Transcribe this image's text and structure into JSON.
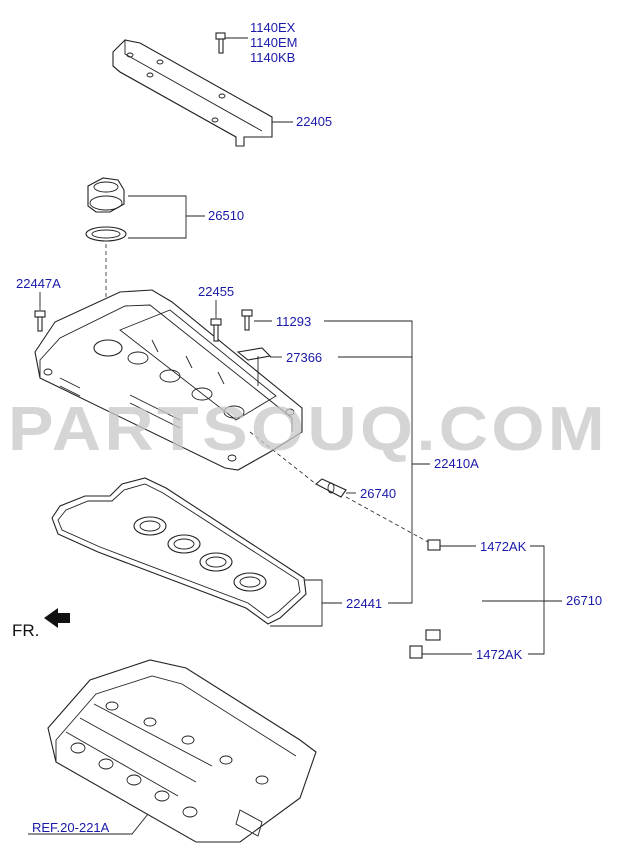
{
  "diagram": {
    "watermark": "PARTSOUQ.COM",
    "front_indicator": "FR.",
    "reference": "REF.20-221A",
    "colors": {
      "label": "#1a1aa8",
      "line": "#222222",
      "watermark": "#c8c8c8"
    },
    "labels": {
      "bolt_codes": [
        "1140EX",
        "1140EM",
        "1140KB"
      ],
      "cover": "22405",
      "oil_cap": "26510",
      "bolt_left": "22447A",
      "bolt_mid": "22455",
      "bolt_right": "11293",
      "bracket": "27366",
      "head_cover_assy": "22410A",
      "pcv_valve": "26740",
      "clip_top": "1472AK",
      "hose": "26710",
      "gasket": "22441",
      "clip_bottom": "1472AK"
    }
  }
}
